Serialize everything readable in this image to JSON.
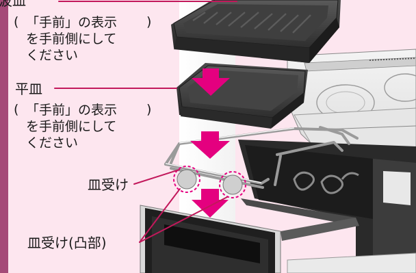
{
  "labels": {
    "wave_tray": "波皿",
    "flat_tray": "平皿",
    "tray_holder": "皿受け",
    "tray_holder_convex": "皿受け(凸部)"
  },
  "notes": {
    "wave_tray_note": [
      "「手前」の表示",
      "を手前側にして",
      "ください"
    ],
    "flat_tray_note": [
      "「手前」の表示",
      "を手前側にして",
      "ください"
    ]
  },
  "colors": {
    "background": "#fde6ef",
    "side_bar": "#a54a78",
    "arrow": "#e4007f",
    "tray_dark": "#3a3a3a",
    "leader_line": "#c2185b"
  }
}
